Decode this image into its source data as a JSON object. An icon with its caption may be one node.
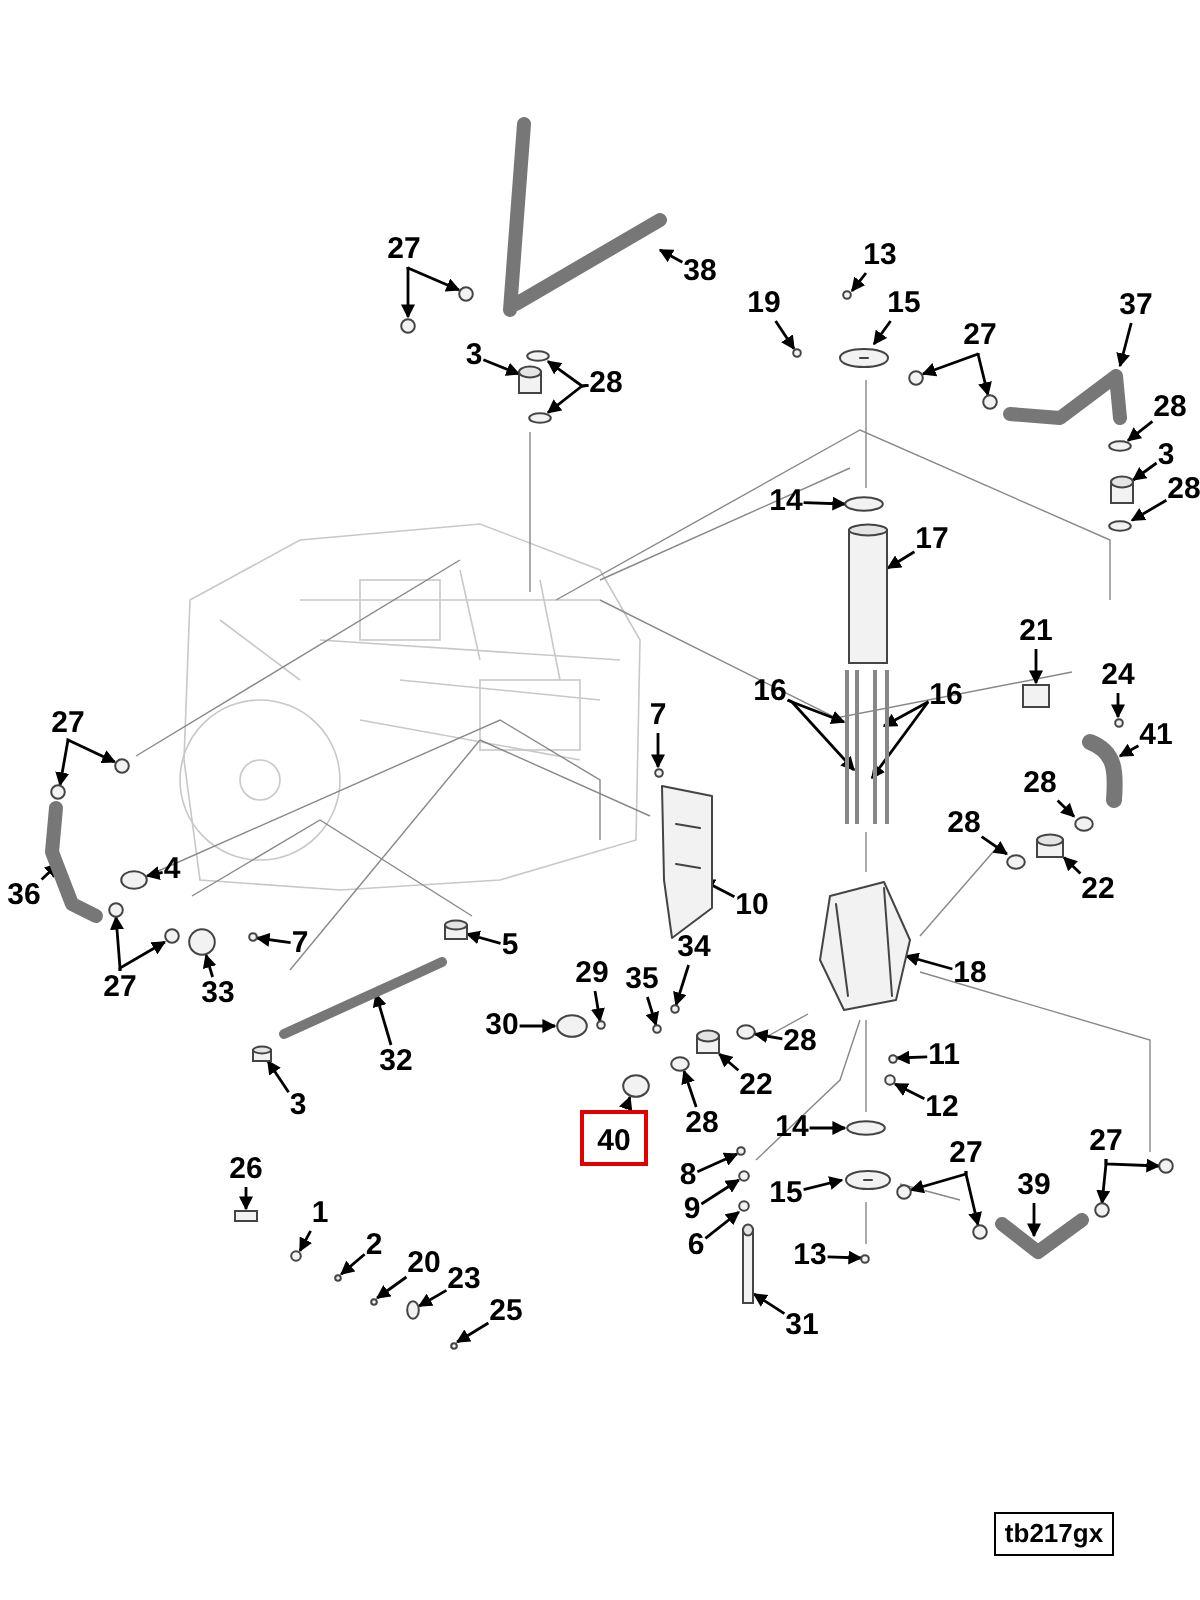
{
  "diagram": {
    "nodes": [
      {
        "text": [
          "27"
        ]
      },
      {
        "text": [
          "13"
        ]
      },
      {
        "text": [
          "38"
        ]
      },
      {
        "text": [
          "19"
        ]
      },
      {
        "text": [
          "15"
        ]
      },
      {
        "text": [
          "37"
        ]
      },
      {
        "text": [
          "27"
        ]
      },
      {
        "text": [
          "3"
        ]
      },
      {
        "text": [
          "28"
        ]
      },
      {
        "text": [
          "28"
        ]
      },
      {
        "text": [
          "3"
        ]
      },
      {
        "text": [
          "28"
        ]
      },
      {
        "text": [
          "14"
        ]
      },
      {
        "text": [
          "17"
        ]
      },
      {
        "text": [
          "21"
        ]
      },
      {
        "text": [
          "24"
        ]
      },
      {
        "text": [
          "16"
        ]
      },
      {
        "text": [
          "16"
        ]
      },
      {
        "text": [
          "7"
        ]
      },
      {
        "text": [
          "27"
        ]
      },
      {
        "text": [
          "41"
        ]
      },
      {
        "text": [
          "28"
        ]
      },
      {
        "text": [
          "28"
        ]
      },
      {
        "text": [
          "4"
        ]
      },
      {
        "text": [
          "22"
        ]
      },
      {
        "text": [
          "36"
        ]
      },
      {
        "text": [
          "10"
        ]
      },
      {
        "text": [
          "7"
        ]
      },
      {
        "text": [
          "5"
        ]
      },
      {
        "text": [
          "34"
        ]
      },
      {
        "text": [
          "18"
        ]
      },
      {
        "text": [
          "29"
        ]
      },
      {
        "text": [
          "35"
        ]
      },
      {
        "text": [
          "27"
        ]
      },
      {
        "text": [
          "33"
        ]
      },
      {
        "text": [
          "30"
        ]
      },
      {
        "text": [
          "28"
        ]
      },
      {
        "text": [
          "11"
        ]
      },
      {
        "text": [
          "32"
        ]
      },
      {
        "text": [
          "22"
        ]
      },
      {
        "text": [
          "3"
        ]
      },
      {
        "text": [
          "12"
        ]
      },
      {
        "text": [
          "28"
        ]
      },
      {
        "text": [
          "14"
        ]
      },
      {
        "text": [
          "40"
        ]
      },
      {
        "text": [
          "27"
        ]
      },
      {
        "text": [
          "27"
        ]
      },
      {
        "text": [
          "26"
        ]
      },
      {
        "text": [
          "8"
        ]
      },
      {
        "text": [
          "39"
        ]
      },
      {
        "text": [
          "15"
        ]
      },
      {
        "text": [
          "9"
        ]
      },
      {
        "text": [
          "1"
        ]
      },
      {
        "text": [
          "6"
        ]
      },
      {
        "text": [
          "2"
        ]
      },
      {
        "text": [
          "13"
        ]
      },
      {
        "text": [
          "20"
        ]
      },
      {
        "text": [
          "23"
        ]
      },
      {
        "text": [
          "25"
        ]
      },
      {
        "text": [
          "31"
        ]
      },
      {
        "text": [
          "tb217gx"
        ]
      },
      {
        "text": [],
        "shape": "circle"
      },
      {
        "text": [],
        "shape": "circle"
      },
      {
        "text": [],
        "shape": "circle"
      },
      {
        "text": [],
        "shape": "picture"
      },
      {
        "text": [],
        "shape": "circle"
      },
      {
        "text": [],
        "shape": "picture"
      },
      {
        "text": [],
        "shape": "picture"
      },
      {
        "text": [],
        "shape": "circle"
      },
      {
        "text": [],
        "shape": "circle"
      },
      {
        "text": [],
        "shape": "cylinder"
      },
      {
        "text": [],
        "shape": "circle"
      },
      {
        "text": [],
        "shape": "circle"
      },
      {
        "text": [],
        "shape": "circle"
      },
      {
        "text": [],
        "shape": "cylinder"
      },
      {
        "text": [],
        "shape": "circle"
      },
      {
        "text": [],
        "shape": "circle"
      },
      {
        "text": [],
        "shape": "cylinder"
      },
      {
        "text": [],
        "shape": "box"
      },
      {
        "text": [],
        "shape": "circle"
      },
      {
        "text": [],
        "shape": "bar"
      },
      {
        "text": [],
        "shape": "bar"
      },
      {
        "text": [],
        "shape": "bar"
      },
      {
        "text": [],
        "shape": "bar"
      },
      {
        "text": [],
        "shape": "circle"
      },
      {
        "text": [],
        "shape": "circle"
      },
      {
        "text": [],
        "shape": "circle"
      },
      {
        "text": [],
        "shape": "picture"
      },
      {
        "text": [],
        "shape": "circle"
      },
      {
        "text": [],
        "shape": "circle"
      },
      {
        "text": [],
        "shape": "circle"
      },
      {
        "text": [],
        "shape": "cylinder"
      },
      {
        "text": [],
        "shape": "picture"
      },
      {
        "text": [],
        "shape": "picture"
      },
      {
        "text": [],
        "shape": "circle"
      },
      {
        "text": [],
        "shape": "cylinder"
      },
      {
        "text": [],
        "shape": "circle"
      },
      {
        "text": [],
        "shape": "picture"
      },
      {
        "text": [],
        "shape": "circle"
      },
      {
        "text": [],
        "shape": "circle"
      },
      {
        "text": [],
        "shape": "circle"
      },
      {
        "text": [],
        "shape": "circle"
      },
      {
        "text": [],
        "shape": "circle"
      },
      {
        "text": [],
        "shape": "circle"
      },
      {
        "text": [],
        "shape": "circle"
      },
      {
        "text": [],
        "shape": "circle"
      },
      {
        "text": [],
        "shape": "picture"
      },
      {
        "text": [],
        "shape": "cylinder"
      },
      {
        "text": [],
        "shape": "cylinder"
      },
      {
        "text": [],
        "shape": "circle"
      },
      {
        "text": [],
        "shape": "circle"
      },
      {
        "text": [],
        "shape": "circle"
      },
      {
        "text": [],
        "shape": "circle"
      },
      {
        "text": [],
        "shape": "circle"
      },
      {
        "text": [],
        "shape": "circle"
      },
      {
        "text": [],
        "shape": "circle"
      },
      {
        "text": [],
        "shape": "circle"
      },
      {
        "text": [],
        "shape": "box"
      },
      {
        "text": [],
        "shape": "circle"
      },
      {
        "text": [],
        "shape": "picture"
      },
      {
        "text": [],
        "shape": "picture"
      },
      {
        "text": [],
        "shape": "circle"
      },
      {
        "text": [],
        "shape": "circle"
      },
      {
        "text": [],
        "shape": "circle"
      },
      {
        "text": [],
        "shape": "circle"
      },
      {
        "text": [],
        "shape": "circle"
      },
      {
        "text": [],
        "shape": "circle"
      },
      {
        "text": [],
        "shape": "circle"
      },
      {
        "text": [],
        "shape": "circle"
      },
      {
        "text": [],
        "shape": "cylinder"
      }
    ],
    "edges": [
      {
        "from": 0,
        "to": 61,
        "arrow": "to"
      },
      {
        "from": 0,
        "to": 62,
        "arrow": "to"
      },
      {
        "from": 1,
        "to": 63,
        "arrow": "to"
      },
      {
        "from": 2,
        "to": 64,
        "arrow": "to"
      },
      {
        "from": 3,
        "to": 65,
        "arrow": "to"
      },
      {
        "from": 4,
        "to": 66,
        "arrow": "to"
      },
      {
        "from": 5,
        "to": 67,
        "arrow": "to"
      },
      {
        "from": 6,
        "to": 68,
        "arrow": "to"
      },
      {
        "from": 6,
        "to": 69,
        "arrow": "to"
      },
      {
        "from": 7,
        "to": 70,
        "arrow": "to"
      },
      {
        "from": 8,
        "to": 71,
        "arrow": "to"
      },
      {
        "from": 8,
        "to": 72,
        "arrow": "to"
      },
      {
        "from": 9,
        "to": 73,
        "arrow": "to"
      },
      {
        "from": 10,
        "to": 74,
        "arrow": "to"
      },
      {
        "from": 11,
        "to": 75,
        "arrow": "to"
      },
      {
        "from": 12,
        "to": 76,
        "arrow": "to"
      },
      {
        "from": 13,
        "to": 77,
        "arrow": "to"
      },
      {
        "from": 14,
        "to": 78,
        "arrow": "to"
      },
      {
        "from": 15,
        "to": 79,
        "arrow": "to"
      },
      {
        "from": 16,
        "to": 80,
        "arrow": "to"
      },
      {
        "from": 16,
        "to": 81,
        "arrow": "to"
      },
      {
        "from": 17,
        "to": 83,
        "arrow": "to"
      },
      {
        "from": 17,
        "to": 82,
        "arrow": "to"
      },
      {
        "from": 18,
        "to": 84,
        "arrow": "to"
      },
      {
        "from": 19,
        "to": 85,
        "arrow": "to"
      },
      {
        "from": 19,
        "to": 86,
        "arrow": "to"
      },
      {
        "from": 20,
        "to": 87,
        "arrow": "to"
      },
      {
        "from": 21,
        "to": 88,
        "arrow": "to"
      },
      {
        "from": 22,
        "to": 89,
        "arrow": "to"
      },
      {
        "from": 23,
        "to": 90,
        "arrow": "to"
      },
      {
        "from": 24,
        "to": 91,
        "arrow": "to"
      },
      {
        "from": 25,
        "to": 92,
        "arrow": "to"
      },
      {
        "from": 26,
        "to": 93,
        "arrow": "to"
      },
      {
        "from": 27,
        "to": 94,
        "arrow": "to"
      },
      {
        "from": 28,
        "to": 95,
        "arrow": "to"
      },
      {
        "from": 29,
        "to": 96,
        "arrow": "to"
      },
      {
        "from": 30,
        "to": 97,
        "arrow": "to"
      },
      {
        "from": 31,
        "to": 98,
        "arrow": "to"
      },
      {
        "from": 32,
        "to": 99,
        "arrow": "to"
      },
      {
        "from": 33,
        "to": 100,
        "arrow": "to"
      },
      {
        "from": 33,
        "to": 101,
        "arrow": "to"
      },
      {
        "from": 34,
        "to": 102,
        "arrow": "to"
      },
      {
        "from": 35,
        "to": 103,
        "arrow": "to"
      },
      {
        "from": 36,
        "to": 104,
        "arrow": "to"
      },
      {
        "from": 37,
        "to": 105,
        "arrow": "to"
      },
      {
        "from": 38,
        "to": 106,
        "arrow": "to"
      },
      {
        "from": 39,
        "to": 107,
        "arrow": "to"
      },
      {
        "from": 40,
        "to": 108,
        "arrow": "to"
      },
      {
        "from": 41,
        "to": 109,
        "arrow": "to"
      },
      {
        "from": 42,
        "to": 110,
        "arrow": "to"
      },
      {
        "from": 43,
        "to": 111,
        "arrow": "to"
      },
      {
        "from": 44,
        "to": 112,
        "arrow": "to"
      },
      {
        "from": 45,
        "to": 113,
        "arrow": "to"
      },
      {
        "from": 45,
        "to": 114,
        "arrow": "to"
      },
      {
        "from": 46,
        "to": 115,
        "arrow": "to"
      },
      {
        "from": 46,
        "to": 116,
        "arrow": "to"
      },
      {
        "from": 47,
        "to": 117,
        "arrow": "to"
      },
      {
        "from": 48,
        "to": 118,
        "arrow": "to"
      },
      {
        "from": 49,
        "to": 119,
        "arrow": "to"
      },
      {
        "from": 50,
        "to": 120,
        "arrow": "to"
      },
      {
        "from": 51,
        "to": 121,
        "arrow": "to"
      },
      {
        "from": 52,
        "to": 122,
        "arrow": "to"
      },
      {
        "from": 53,
        "to": 123,
        "arrow": "to"
      },
      {
        "from": 54,
        "to": 124,
        "arrow": "to"
      },
      {
        "from": 55,
        "to": 125,
        "arrow": "to"
      },
      {
        "from": 56,
        "to": 126,
        "arrow": "to"
      },
      {
        "from": 57,
        "to": 127,
        "arrow": "to"
      },
      {
        "from": 58,
        "to": 128,
        "arrow": "to"
      },
      {
        "from": 59,
        "to": 129,
        "arrow": "to"
      }
    ]
  }
}
